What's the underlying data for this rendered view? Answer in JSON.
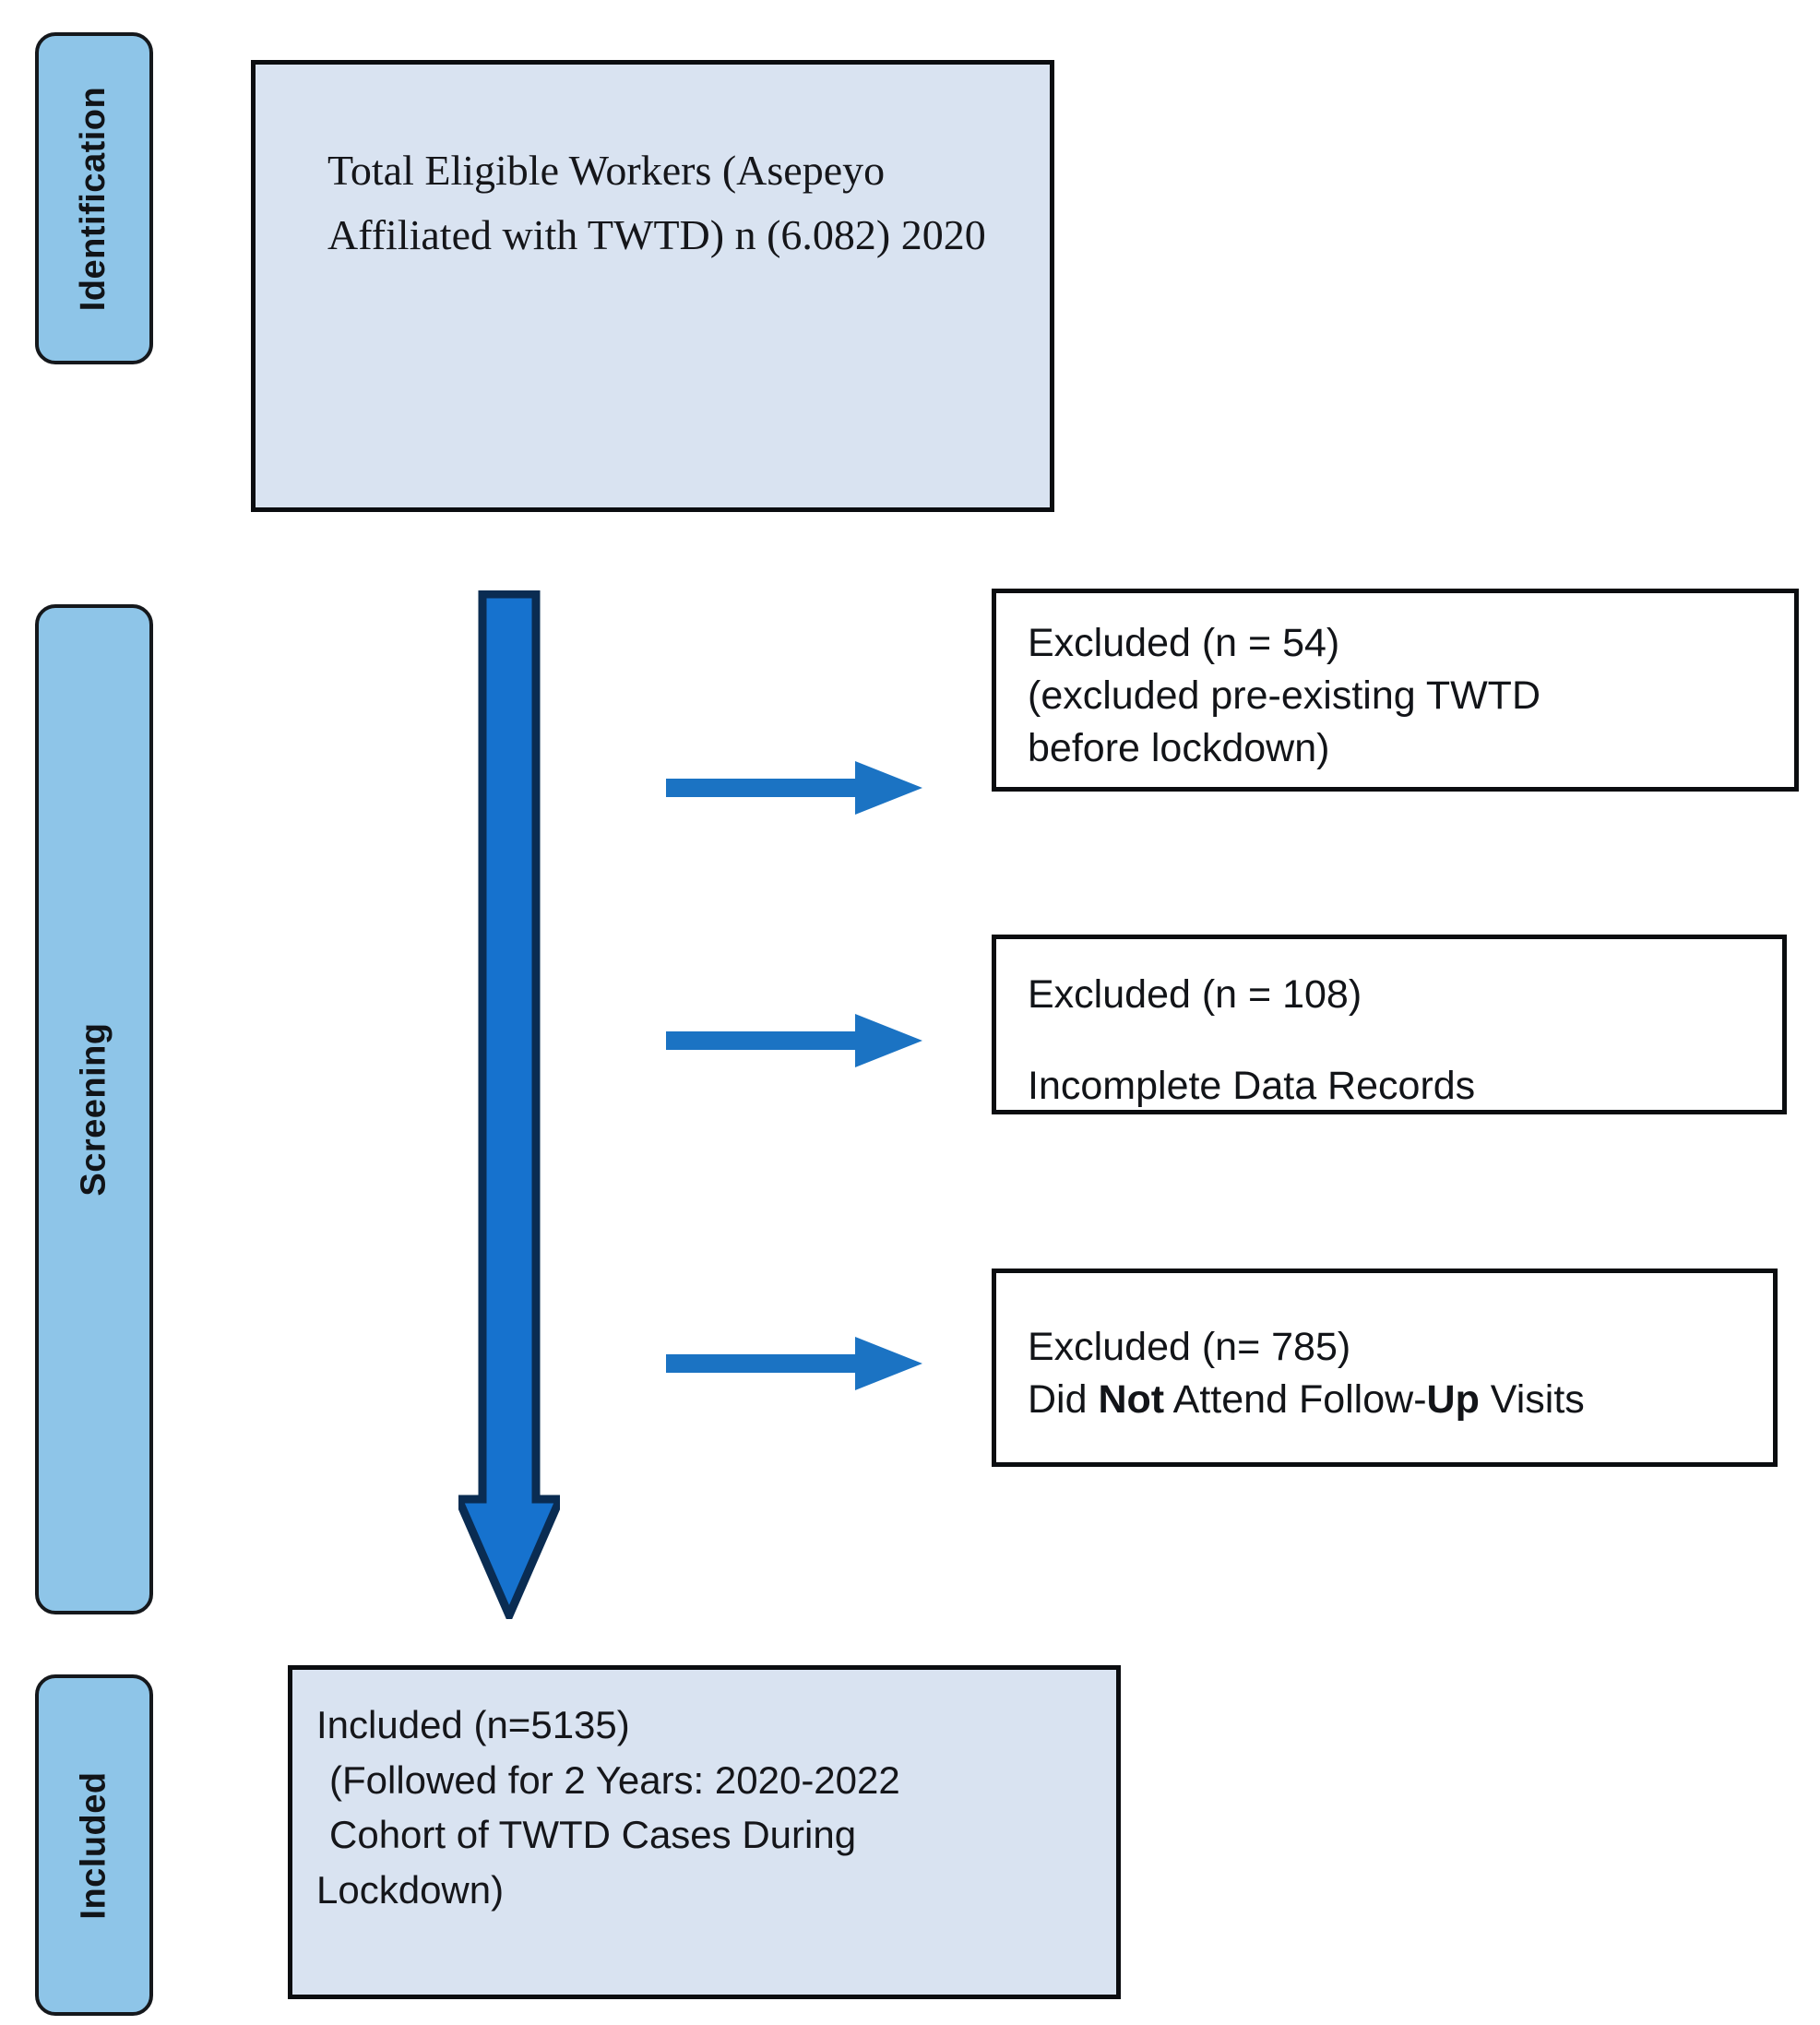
{
  "diagram": {
    "type": "prisma-flow-diagram",
    "colors": {
      "stage_bar_fill": "#8EC5E8",
      "stage_bar_border": "#15181C",
      "shaded_box_fill": "#D9E3F1",
      "box_border": "#0B0D10",
      "arrow_fill": "#1672CE",
      "arrow_outline": "#0A2C52",
      "text": "#15161A"
    },
    "stages": [
      {
        "id": "identification",
        "label": "Identification"
      },
      {
        "id": "screening",
        "label": "Screening"
      },
      {
        "id": "included",
        "label": "Included"
      }
    ],
    "identification_box": {
      "text": "Total Eligible Workers (Asepeyo Affiliated with TWTD) n (6.082) 2020",
      "n": 6082,
      "year": "2020"
    },
    "excluded_boxes": [
      {
        "id": "excluded-pre-existing",
        "line1": "Excluded (n = 54)",
        "line2": "(excluded pre-existing TWTD",
        "line3": "before lockdown)",
        "n": 54
      },
      {
        "id": "excluded-incomplete-data",
        "line1": "Excluded (n = 108)",
        "line2": "Incomplete Data Records",
        "n": 108
      },
      {
        "id": "excluded-no-followup",
        "line1": "Excluded (n= 785)",
        "line2_a": "Did ",
        "line2_b": "Not",
        "line2_c": " Attend Follow-",
        "line2_d": "Up",
        "line2_e": " Visits",
        "n": 785
      }
    ],
    "included_box": {
      "line1": "Included (n=5135)",
      "line2": "(Followed for 2 Years: 2020-2022",
      "line3": "Cohort of TWTD Cases During",
      "line4": "Lockdown)",
      "n": 5135,
      "follow_up_years": 2,
      "period": "2020-2022"
    },
    "arrows": {
      "main_flow": "down-arrow-identification-to-included",
      "exclusion_1": "right-arrow-to-excluded-pre-existing",
      "exclusion_2": "right-arrow-to-excluded-incomplete-data",
      "exclusion_3": "right-arrow-to-excluded-no-followup"
    }
  }
}
